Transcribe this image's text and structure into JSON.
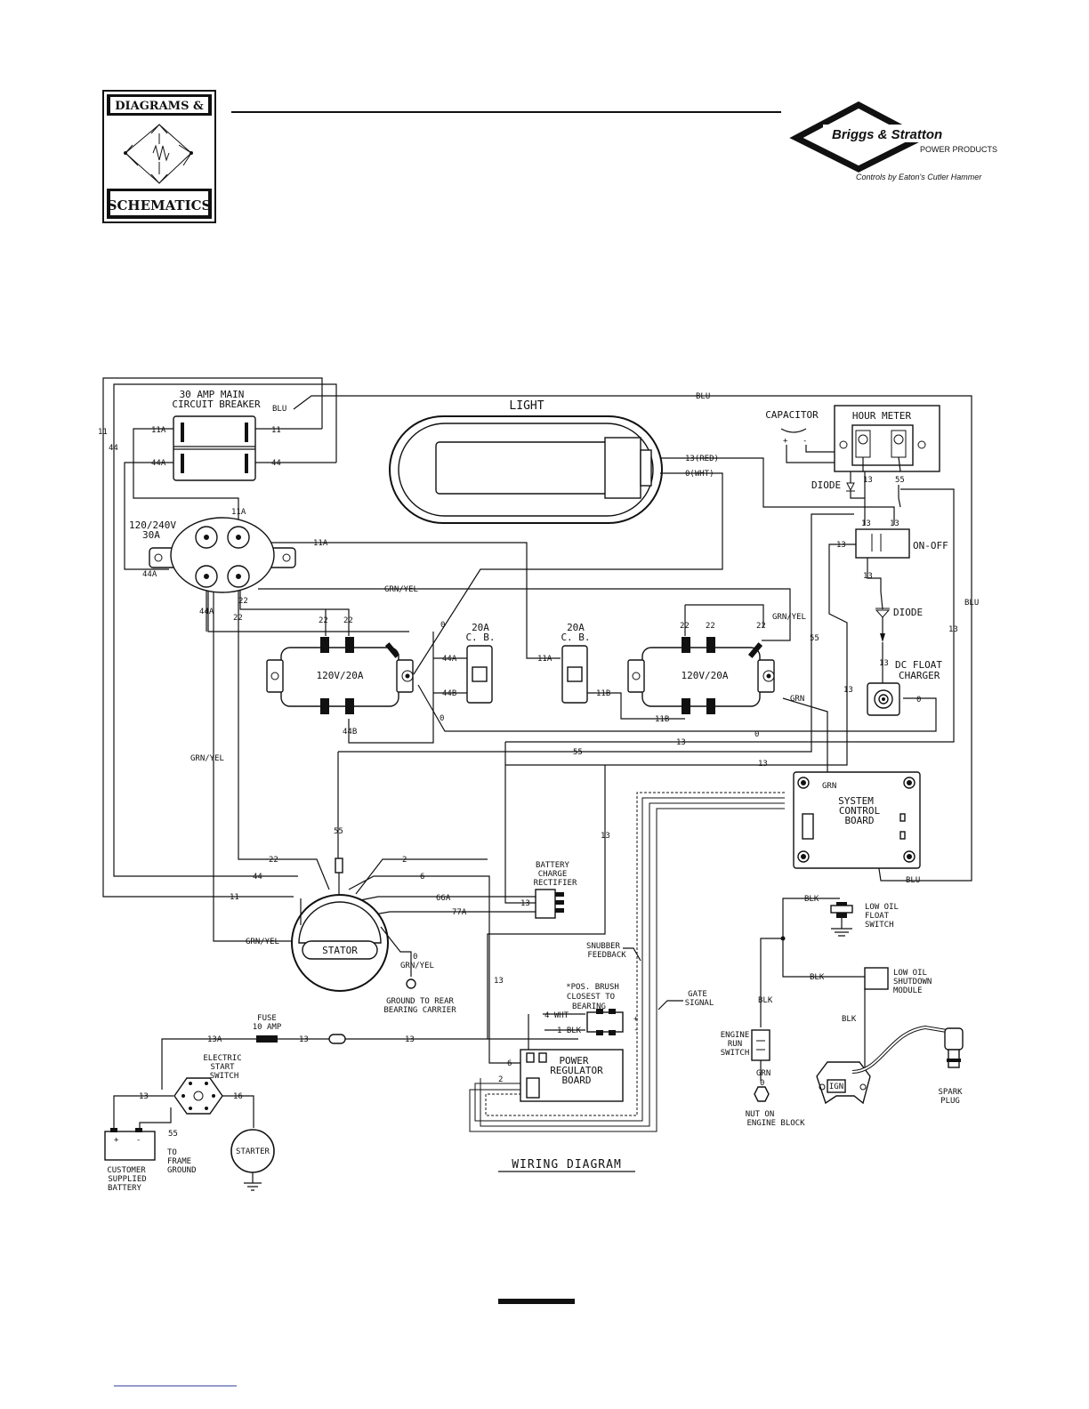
{
  "header": {
    "logo_top": "DIAGRAMS &",
    "logo_bottom": "SCHEMATICS",
    "brand_name": "Briggs & Stratton",
    "brand_sub": "POWER PRODUCTS",
    "brand_tag": "Controls by Eaton's Cutler Hammer"
  },
  "diagram": {
    "title": "WIRING DIAGRAM",
    "components": {
      "main_breaker": [
        "30 AMP MAIN",
        "CIRCUIT BREAKER"
      ],
      "light": "LIGHT",
      "capacitor": "CAPACITOR",
      "hour_meter": "HOUR METER",
      "diode_top": "DIODE",
      "on_off": "ON-OFF",
      "diode_mid": "DIODE",
      "dc_charger": [
        "DC FLOAT",
        "CHARGER"
      ],
      "receptacle_240": [
        "120/240V",
        "30A"
      ],
      "receptacle_left": "120V/20A",
      "receptacle_right": "120V/20A",
      "cb_left": [
        "20A",
        "C. B."
      ],
      "cb_right": [
        "20A",
        "C. B."
      ],
      "system_board": [
        "SYSTEM",
        "CONTROL",
        "BOARD"
      ],
      "battery_rectifier": [
        "BATTERY",
        "CHARGE",
        "RECTIFIER"
      ],
      "stator": "STATOR",
      "ground_rear": [
        "GROUND TO REAR",
        "BEARING CARRIER"
      ],
      "snubber": [
        "SNUBBER",
        "FEEDBACK"
      ],
      "gate_signal": [
        "GATE",
        "SIGNAL"
      ],
      "brush_note": [
        "*POS. BRUSH",
        "CLOSEST TO",
        "BEARING"
      ],
      "power_reg": [
        "POWER",
        "REGULATOR",
        "BOARD"
      ],
      "fuse": [
        "FUSE",
        "10 AMP"
      ],
      "start_switch": [
        "ELECTRIC",
        "START",
        "SWITCH"
      ],
      "battery": [
        "CUSTOMER",
        "SUPPLIED",
        "BATTERY"
      ],
      "frame_ground": [
        "TO",
        "FRAME",
        "GROUND"
      ],
      "starter": "STARTER",
      "low_oil_float": [
        "LOW OIL",
        "FLOAT",
        "SWITCH"
      ],
      "low_oil_module": [
        "LOW OIL",
        "SHUTDOWN",
        "MODULE"
      ],
      "engine_run": [
        "ENGINE",
        "RUN",
        "SWITCH"
      ],
      "nut_block": [
        "NUT ON",
        "ENGINE BLOCK"
      ],
      "spark_plug": [
        "SPARK",
        "PLUG"
      ],
      "ign": "IGN"
    },
    "wires": {
      "w11": "11",
      "w44": "44",
      "w11A": "11A",
      "w44A": "44A",
      "w44B": "44B",
      "w11B": "11B",
      "w22": "22",
      "w0": "0",
      "w2": "2",
      "w6": "6",
      "w13": "13",
      "w13A": "13A",
      "w16": "16",
      "w55": "55",
      "w66A": "66A",
      "w77A": "77A",
      "blu": "BLU",
      "grnyel": "GRN/YEL",
      "grn": "GRN",
      "blk": "BLK",
      "red13": "13(RED)",
      "wht0": "0(WHT)",
      "wht4": "4 WHT",
      "blk1": "1 BLK",
      "plus": "+",
      "minus": "-"
    }
  }
}
